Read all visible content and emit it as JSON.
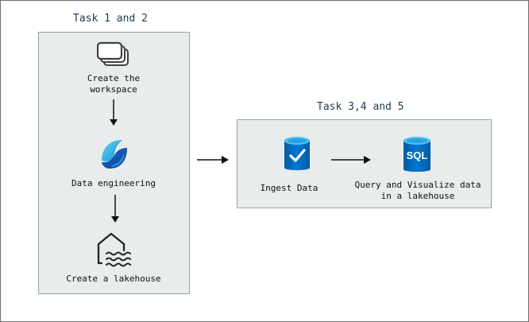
{
  "group1": {
    "title": "Task 1 and 2",
    "steps": [
      {
        "line1": "Create the",
        "line2": "workspace",
        "icon": "workspace-icon"
      },
      {
        "line1": "Data engineering",
        "icon": "data-engineering-icon"
      },
      {
        "line1": "Create a lakehouse",
        "icon": "lakehouse-icon"
      }
    ]
  },
  "group2": {
    "title": "Task 3,4 and 5",
    "steps": [
      {
        "line1": "Ingest Data",
        "icon": "ingest-data-icon"
      },
      {
        "line1": "Query and Visualize data",
        "line2": "in a lakehouse",
        "icon": "sql-database-icon",
        "icon_text": "SQL"
      }
    ]
  },
  "colors": {
    "panel_fill": "#e8ecec",
    "panel_border": "#9aa3a3",
    "title_text": "#1d3b57",
    "azure_blue": "#0078d4"
  }
}
